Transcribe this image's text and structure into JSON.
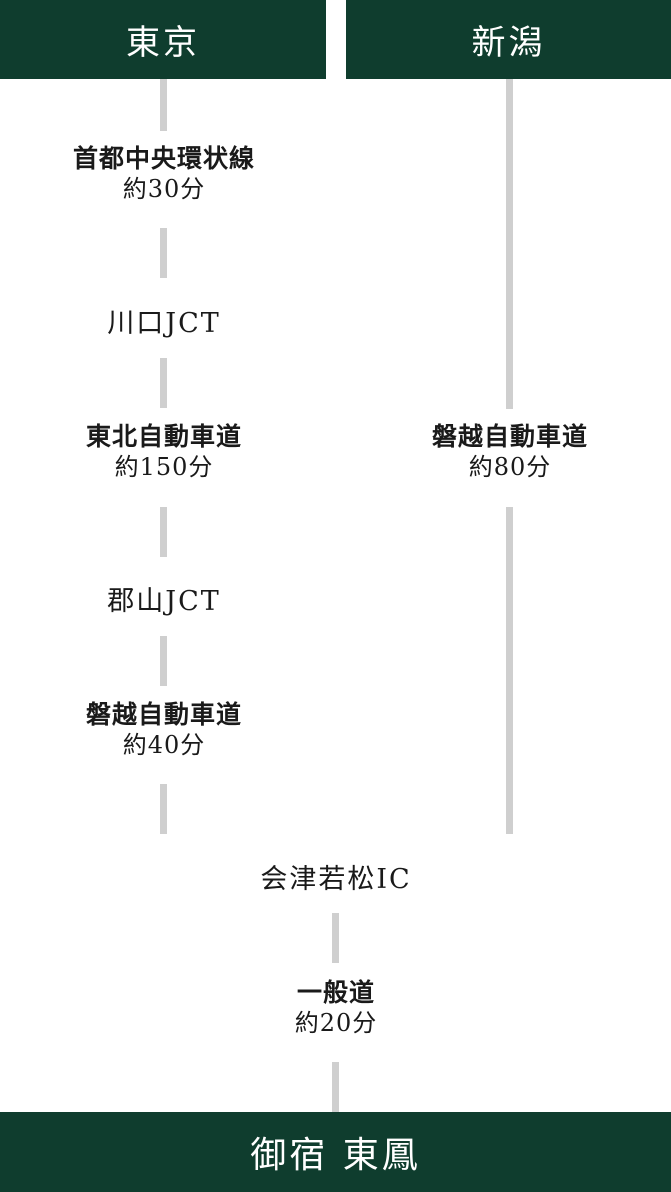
{
  "origins": {
    "left": "東京",
    "right": "新潟"
  },
  "left_route": {
    "segment1": {
      "road": "首都中央環状線",
      "time": "約30分"
    },
    "junction1": "川口JCT",
    "segment2": {
      "road": "東北自動車道",
      "time": "約150分"
    },
    "junction2": "郡山JCT",
    "segment3": {
      "road": "磐越自動車道",
      "time": "約40分"
    }
  },
  "right_route": {
    "segment1": {
      "road": "磐越自動車道",
      "time": "約80分"
    }
  },
  "merge_point": "会津若松IC",
  "final_segment": {
    "road": "一般道",
    "time": "約20分"
  },
  "destination": "御宿 東鳳",
  "colors": {
    "box": "#0f3d2e",
    "line": "#cfcfcf",
    "text": "#1a1a1a"
  }
}
